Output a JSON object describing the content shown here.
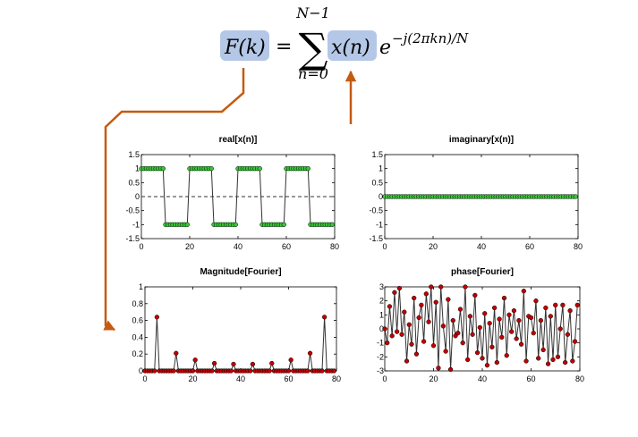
{
  "formula": {
    "lhs": "F(k)",
    "equals": "=",
    "sum_symbol": "∑",
    "upper_limit": "N−1",
    "lower_limit": "n=0",
    "term": "x(n)",
    "exp_base": "e",
    "exponent": "−j(2πkn)/N",
    "highlight_color": "#b4c7e7",
    "arrow_color": "#c55a11"
  },
  "chart_data": [
    {
      "type": "scatter",
      "title": "real[x(n)]",
      "xlim": [
        0,
        80
      ],
      "ylim": [
        -1.5,
        1.5
      ],
      "xticks": [
        0,
        20,
        40,
        60,
        80
      ],
      "yticks": [
        1.5,
        1,
        0.5,
        0,
        -0.5,
        -1,
        -1.5
      ],
      "reference_line": 0,
      "marker_color": "#33cc33",
      "series": [
        {
          "x": [
            0,
            1,
            2,
            3,
            4,
            5,
            6,
            7,
            8,
            9,
            10,
            11,
            12,
            13,
            14,
            15,
            16,
            17,
            18,
            19,
            20,
            21,
            22,
            23,
            24,
            25,
            26,
            27,
            28,
            29,
            30,
            31,
            32,
            33,
            34,
            35,
            36,
            37,
            38,
            39,
            40,
            41,
            42,
            43,
            44,
            45,
            46,
            47,
            48,
            49,
            50,
            51,
            52,
            53,
            54,
            55,
            56,
            57,
            58,
            59,
            60,
            61,
            62,
            63,
            64,
            65,
            66,
            67,
            68,
            69,
            70,
            71,
            72,
            73,
            74,
            75,
            76,
            77,
            78,
            79
          ],
          "y": [
            1,
            1,
            1,
            1,
            1,
            1,
            1,
            1,
            1,
            1,
            -1,
            -1,
            -1,
            -1,
            -1,
            -1,
            -1,
            -1,
            -1,
            -1,
            1,
            1,
            1,
            1,
            1,
            1,
            1,
            1,
            1,
            1,
            -1,
            -1,
            -1,
            -1,
            -1,
            -1,
            -1,
            -1,
            -1,
            -1,
            1,
            1,
            1,
            1,
            1,
            1,
            1,
            1,
            1,
            1,
            -1,
            -1,
            -1,
            -1,
            -1,
            -1,
            -1,
            -1,
            -1,
            -1,
            1,
            1,
            1,
            1,
            1,
            1,
            1,
            1,
            1,
            1,
            -1,
            -1,
            -1,
            -1,
            -1,
            -1,
            -1,
            -1,
            -1,
            -1
          ]
        }
      ]
    },
    {
      "type": "scatter",
      "title": "imaginary[x(n)]",
      "xlim": [
        0,
        80
      ],
      "ylim": [
        -1.5,
        1.5
      ],
      "xticks": [
        0,
        20,
        40,
        60,
        80
      ],
      "yticks": [
        1.5,
        1,
        0.5,
        0,
        -0.5,
        -1,
        -1.5
      ],
      "marker_color": "#33cc33",
      "series": [
        {
          "x": [
            0,
            1,
            2,
            3,
            4,
            5,
            6,
            7,
            8,
            9,
            10,
            11,
            12,
            13,
            14,
            15,
            16,
            17,
            18,
            19,
            20,
            21,
            22,
            23,
            24,
            25,
            26,
            27,
            28,
            29,
            30,
            31,
            32,
            33,
            34,
            35,
            36,
            37,
            38,
            39,
            40,
            41,
            42,
            43,
            44,
            45,
            46,
            47,
            48,
            49,
            50,
            51,
            52,
            53,
            54,
            55,
            56,
            57,
            58,
            59,
            60,
            61,
            62,
            63,
            64,
            65,
            66,
            67,
            68,
            69,
            70,
            71,
            72,
            73,
            74,
            75,
            76,
            77,
            78,
            79
          ],
          "y": [
            0,
            0,
            0,
            0,
            0,
            0,
            0,
            0,
            0,
            0,
            0,
            0,
            0,
            0,
            0,
            0,
            0,
            0,
            0,
            0,
            0,
            0,
            0,
            0,
            0,
            0,
            0,
            0,
            0,
            0,
            0,
            0,
            0,
            0,
            0,
            0,
            0,
            0,
            0,
            0,
            0,
            0,
            0,
            0,
            0,
            0,
            0,
            0,
            0,
            0,
            0,
            0,
            0,
            0,
            0,
            0,
            0,
            0,
            0,
            0,
            0,
            0,
            0,
            0,
            0,
            0,
            0,
            0,
            0,
            0,
            0,
            0,
            0,
            0,
            0,
            0,
            0,
            0,
            0,
            0
          ]
        }
      ]
    },
    {
      "type": "scatter",
      "title": "Magnitude[Fourier]",
      "xlim": [
        0,
        80
      ],
      "ylim": [
        0,
        1
      ],
      "xticks": [
        0,
        20,
        40,
        60,
        80
      ],
      "yticks": [
        1,
        0.8,
        0.6,
        0.4,
        0.2,
        0
      ],
      "marker_color": "#c00000",
      "series": [
        {
          "x": [
            0,
            1,
            2,
            3,
            4,
            5,
            6,
            7,
            8,
            9,
            10,
            11,
            12,
            13,
            14,
            15,
            16,
            17,
            18,
            19,
            20,
            21,
            22,
            23,
            24,
            25,
            26,
            27,
            28,
            29,
            30,
            31,
            32,
            33,
            34,
            35,
            36,
            37,
            38,
            39,
            40,
            41,
            42,
            43,
            44,
            45,
            46,
            47,
            48,
            49,
            50,
            51,
            52,
            53,
            54,
            55,
            56,
            57,
            58,
            59,
            60,
            61,
            62,
            63,
            64,
            65,
            66,
            67,
            68,
            69,
            70,
            71,
            72,
            73,
            74,
            75,
            76,
            77,
            78,
            79
          ],
          "y": [
            0,
            0,
            0,
            0,
            0,
            0.64,
            0,
            0,
            0,
            0,
            0,
            0,
            0,
            0.21,
            0,
            0,
            0,
            0,
            0,
            0,
            0,
            0.13,
            0,
            0,
            0,
            0,
            0,
            0,
            0,
            0.09,
            0,
            0,
            0,
            0,
            0,
            0,
            0,
            0.08,
            0,
            0,
            0,
            0,
            0,
            0,
            0,
            0.08,
            0,
            0,
            0,
            0,
            0,
            0,
            0,
            0.09,
            0,
            0,
            0,
            0,
            0,
            0,
            0,
            0.13,
            0,
            0,
            0,
            0,
            0,
            0,
            0,
            0.21,
            0,
            0,
            0,
            0,
            0,
            0.64,
            0,
            0,
            0,
            0
          ]
        }
      ]
    },
    {
      "type": "scatter",
      "title": "phase[Fourier]",
      "xlim": [
        0,
        80
      ],
      "ylim": [
        -3,
        3
      ],
      "xticks": [
        0,
        20,
        40,
        60,
        80
      ],
      "yticks": [
        3,
        2,
        1,
        0,
        -1,
        -2,
        -3
      ],
      "marker_color": "#c00000",
      "series": [
        {
          "x": [
            0,
            1,
            2,
            3,
            4,
            5,
            6,
            7,
            8,
            9,
            10,
            11,
            12,
            13,
            14,
            15,
            16,
            17,
            18,
            19,
            20,
            21,
            22,
            23,
            24,
            25,
            26,
            27,
            28,
            29,
            30,
            31,
            32,
            33,
            34,
            35,
            36,
            37,
            38,
            39,
            40,
            41,
            42,
            43,
            44,
            45,
            46,
            47,
            48,
            49,
            50,
            51,
            52,
            53,
            54,
            55,
            56,
            57,
            58,
            59,
            60,
            61,
            62,
            63,
            64,
            65,
            66,
            67,
            68,
            69,
            70,
            71,
            72,
            73,
            74,
            75,
            76,
            77,
            78,
            79
          ],
          "y": [
            0,
            -1,
            1.6,
            -0.5,
            2.6,
            -0.2,
            2.9,
            -0.4,
            1.2,
            -2.3,
            0.3,
            -1.1,
            2.2,
            -1.8,
            0.8,
            1.7,
            -0.9,
            2.5,
            0.5,
            3.0,
            -1.2,
            1.9,
            -2.8,
            3.0,
            0.2,
            -1.6,
            2.1,
            -2.9,
            0.6,
            -0.5,
            -0.3,
            1.4,
            -1.0,
            3.0,
            -2.2,
            0.9,
            -0.4,
            2.4,
            -1.7,
            0.1,
            -2.1,
            1.1,
            -2.6,
            0.4,
            -1.3,
            1.5,
            -2.4,
            0.7,
            -0.6,
            2.2,
            -1.9,
            1.0,
            -0.2,
            1.3,
            -0.7,
            0.6,
            -1.1,
            2.7,
            -2.3,
            0.9,
            0.8,
            -0.3,
            2.0,
            -2.1,
            0.6,
            -1.5,
            1.5,
            -2.5,
            0.9,
            -2.2,
            1.7,
            -2.0,
            0.0,
            1.7,
            -2.4,
            -0.4,
            1.3,
            -2.3,
            -0.9,
            1.7
          ]
        }
      ]
    }
  ]
}
